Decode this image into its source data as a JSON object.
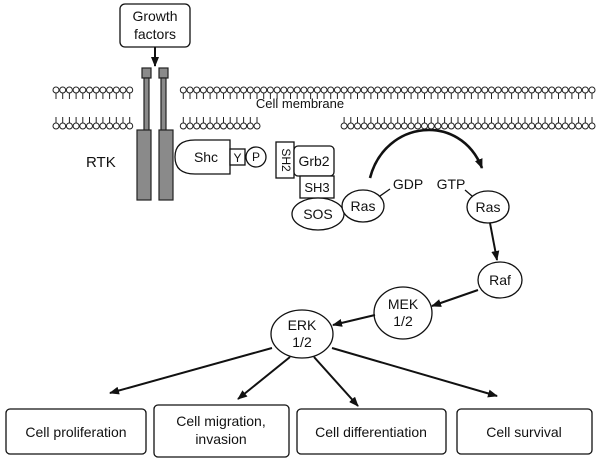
{
  "diagram": {
    "ligand": {
      "line1": "Growth",
      "line2": "factors"
    },
    "membrane_label": "Cell membrane",
    "receptor_label": "RTK",
    "adaptors": {
      "shc": "Shc",
      "y": "Y",
      "p": "P",
      "sh2": "SH2",
      "grb2": "Grb2",
      "sh3": "SH3",
      "sos": "SOS"
    },
    "ras_inactive": "Ras",
    "gdp": "GDP",
    "gtp": "GTP",
    "ras_active": "Ras",
    "raf": "Raf",
    "mek": {
      "line1": "MEK",
      "line2": "1/2"
    },
    "erk": {
      "line1": "ERK",
      "line2": "1/2"
    },
    "outcomes": {
      "proliferation": "Cell proliferation",
      "migration_line1": "Cell migration,",
      "migration_line2": "invasion",
      "differentiation": "Cell differentiation",
      "survival": "Cell survival"
    }
  }
}
